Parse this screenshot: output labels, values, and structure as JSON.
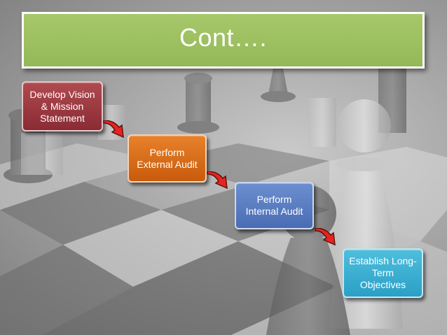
{
  "title": "Cont….",
  "steps": [
    {
      "label": "Develop Vision\n& Mission\nStatement",
      "color": "#9e3a42"
    },
    {
      "label": "Perform\nExternal Audit",
      "color": "#dc6d16"
    },
    {
      "label": "Perform\nInternal Audit",
      "color": "#5b7ec4"
    },
    {
      "label": "Establish Long-\nTerm\nObjectives",
      "color": "#35acd1"
    }
  ],
  "colors": {
    "title_bar": "#9bbb59",
    "arrow_fill": "#e8231f",
    "arrow_stroke": "#5a1410"
  },
  "arrow_icon": "curved-arrow-icon",
  "background": "chess-pieces-on-checkerboard"
}
